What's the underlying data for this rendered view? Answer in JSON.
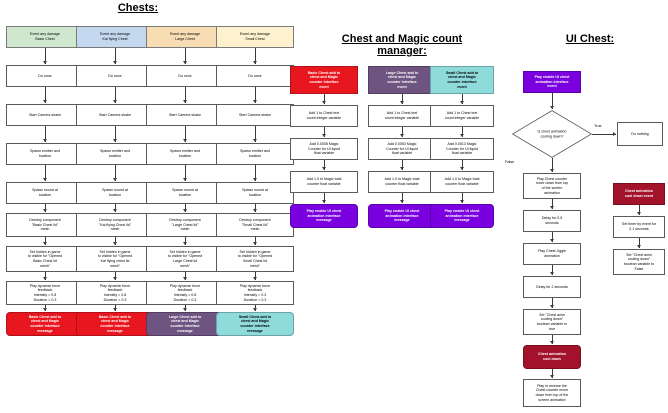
{
  "sections": {
    "chests": {
      "title": "Chests:"
    },
    "manager": {
      "title": "Chest and Magic count\nmanager:"
    },
    "ui_chest": {
      "title": "UI Chest:"
    }
  },
  "colors": {
    "basic_event": "#cfe7cf",
    "kai_event": "#c3d7ef",
    "large_event": "#f8dcb4",
    "small_event": "#fdf2cd",
    "red_msg": "#e8171f",
    "purple_msg": "#6e5480",
    "teal_msg": "#8fdbdb",
    "violet_msg": "#7b00e0",
    "dark_red": "#a3122b",
    "node_border": "#5a5a5a",
    "line": "#3b3b3b"
  },
  "chests": {
    "columns": [
      {
        "id": "basic",
        "event": "Event any damage\nBasic Chest",
        "event_color": "#cfe7cf",
        "steps": [
          "Do once",
          "Start Camera shake",
          "Spawn emitter and\nlocation",
          "Spawn sound at\nlocation",
          "Destroy component\n\"Basic Chest lid\"\nmesh",
          "Set hidden in game\nto visible for \"Opened\nBasic Chest lid\nmesh\"",
          "Play dynamic force\nfeedback\nIntensity = 0.8\nDuration = 0.3"
        ],
        "message": "Basic Chest add to\nchest and Magic\ncounter interface\nmessage",
        "message_color": "#e8171f"
      },
      {
        "id": "kai-flying",
        "event": "Event any damage\nKai flying Chest",
        "event_color": "#c3d7ef",
        "steps": [
          "Do once",
          "Start Camera shake",
          "Spawn emitter and\nlocation",
          "Spawn sound at\nlocation",
          "Destroy component\n\"Kai flying Chest lid\"\nmesh",
          "Set hidden in game\nto visible for \"Opened\nKai flying chest lid\nmesh\"",
          "Play dynamic force\nfeedback\nIntensity = 0.8\nDuration = 0.3"
        ],
        "message": "Basic Chest add to\nchest and Magic\ncounter interface\nmessage",
        "message_color": "#e8171f"
      },
      {
        "id": "large",
        "event": "Event any damage\nLarge Chest",
        "event_color": "#f8dcb4",
        "steps": [
          "Do once",
          "Start Camera shake",
          "Spawn emitter and\nlocation",
          "Spawn sound at\nlocation",
          "Destroy component\n\"Large Chest lid\"\nmesh",
          "Set hidden in game\nto visible for \"Opened\nLarge Chest lid\nmesh\"",
          "Play dynamic force\nfeedback\nIntensity = 0.8\nDuration = 0.3"
        ],
        "message": "Large Chest add to\nchest and Magic\ncounter interface\nmessage",
        "message_color": "#6e5480"
      },
      {
        "id": "small",
        "event": "Event any damage\nSmall Chest",
        "event_color": "#fdf2cd",
        "steps": [
          "Do once",
          "Start Camera shake",
          "Spawn emitter and\nlocation",
          "Spawn sound at\nlocation",
          "Destroy component\n\"Small Chest lid\"\nmesh",
          "Set hidden in game\nto visible for \"Opened\nSmall Chest lid\nmesh\"",
          "Play dynamic force\nfeedback\nIntensity = 0.3\nDuration = 0.3"
        ],
        "message": "Small Chest add to\nchest and Magic\ncounter interface\nmessage",
        "message_color": "#8fdbdb"
      }
    ]
  },
  "manager": {
    "columns": [
      {
        "id": "basic",
        "event": "Basic Chest add to\nchest and Magic\ncounter interface\nevent",
        "event_color": "#e8171f",
        "steps": [
          "Add 1 to Chest text\ncount integer variable",
          "Add 0.0008 Magic\nCounter for UI liquid\nfloat variable",
          "Add 1.0 to Magic total\ncounter float variable"
        ],
        "message": "Play enable UI chest\nanimation interface\nmessage",
        "message_color": "#7b00e0"
      },
      {
        "id": "large",
        "event": "Large Chest add to\nchest and Magic\ncounter interface\nevent",
        "event_color": "#6e5480",
        "steps": [
          "Add 1 to Chest text\ncount integer variable",
          "Add 0.0053 Magic\nCounter for UI liquid\nfloat variable",
          "Add 1.0 to Magic total\ncounter float variable"
        ],
        "message": "Play enable UI chest\nanimation interface\nmessage",
        "message_color": "#7b00e0"
      },
      {
        "id": "small",
        "event": "Small Chest add to\nchest and Magic\ncounter interface\nevent",
        "event_color": "#8fdbdb",
        "steps": [
          "Add 1 to Chest text\ncount integer variable",
          "Add 0.0013 Magic\nCounter for UI liquid\nfloat variable",
          "Add 1.0 to Magic total\ncounter float variable"
        ],
        "message": "Play enable UI chest\nanimation interface\nmessage",
        "message_color": "#7b00e0"
      }
    ]
  },
  "ui_chest": {
    "event": "Play enable UI chest\nanimation interface\nevent",
    "event_color": "#7b00e0",
    "decision": "Is chest animation\ncooling down?",
    "branch_true_label": "True",
    "branch_false_label": "False",
    "true_node": "Do nothing",
    "false_steps": [
      "Play Chest counter\nmove down from top\nof the screen\nanimation",
      "Delay for 0.5\nseconds",
      "Play Chest Jiggle\nanimation",
      "Delay for 2 seconds",
      "Set \"Chest anim\ncooling down\"\nboolean variable to\ntrue"
    ],
    "cooldown_event": "Chest animation\ncool down",
    "cooldown_event_color": "#a3122b",
    "tail_step": "Play in reverse the\nChest counter move\ndown from top of the\nscreen animation",
    "cooldown_branch": {
      "event": "Chest animation\ncool down event",
      "event_color": "#a3122b",
      "steps": [
        "Set timer by event for\n2.1 seconds",
        "Set \"Chest anim\ncooling down\"\nboolean variable to\nFalse"
      ]
    }
  }
}
